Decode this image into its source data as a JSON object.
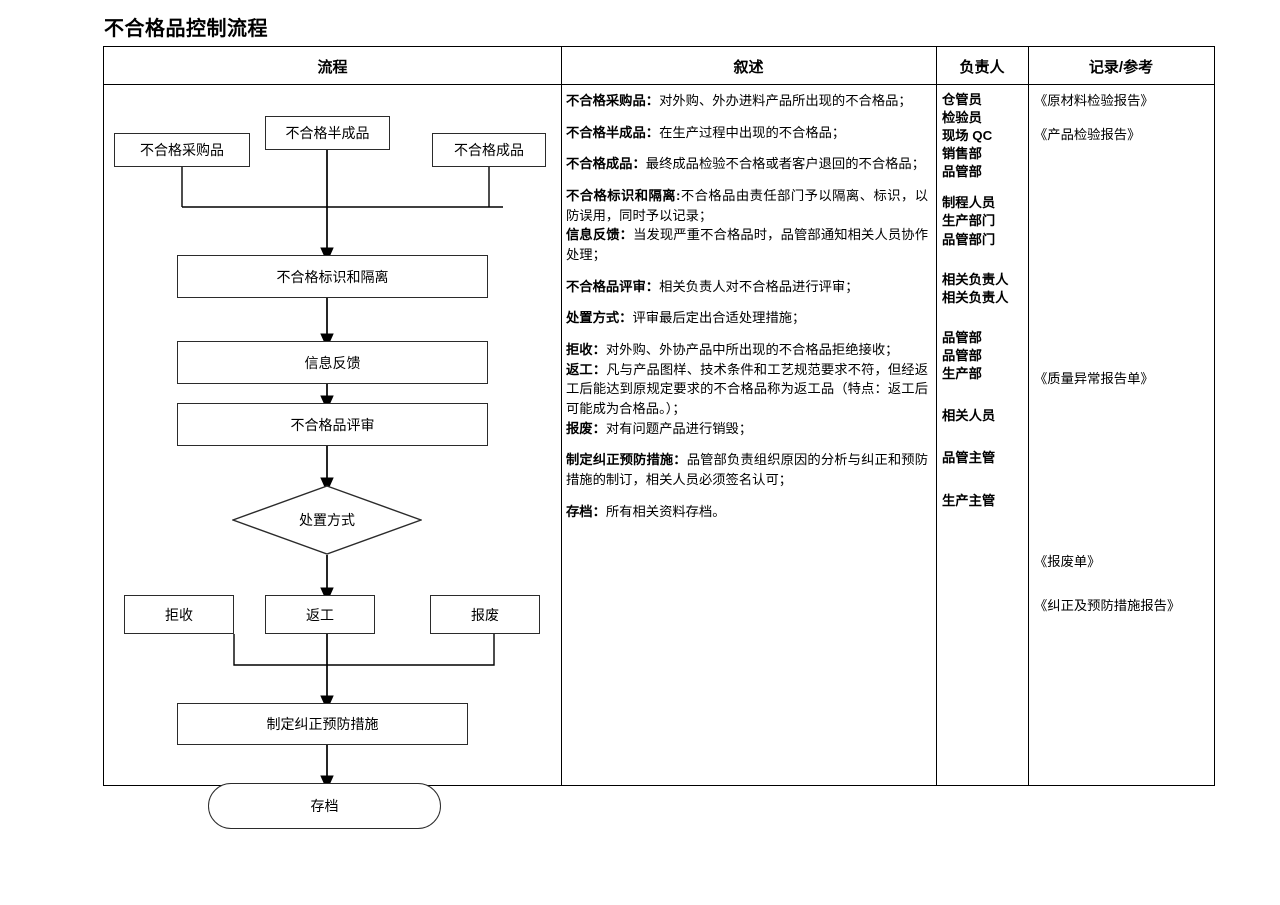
{
  "document": {
    "title": "不合格品控制流程"
  },
  "table": {
    "headers": [
      {
        "label": "流程"
      },
      {
        "label": "叙述"
      },
      {
        "label": "负责人"
      },
      {
        "label": "记录/参考"
      }
    ]
  },
  "flowchart": {
    "nodes": [
      {
        "id": "purchased",
        "label": "不合格采购品",
        "shape": "rect"
      },
      {
        "id": "semi",
        "label": "不合格半成品",
        "shape": "rect"
      },
      {
        "id": "finished",
        "label": "不合格成品",
        "shape": "rect"
      },
      {
        "id": "identify",
        "label": "不合格标识和隔离",
        "shape": "rect"
      },
      {
        "id": "feedback",
        "label": "信息反馈",
        "shape": "rect"
      },
      {
        "id": "review",
        "label": "不合格品评审",
        "shape": "rect"
      },
      {
        "id": "disposition",
        "label": "处置方式",
        "shape": "diamond"
      },
      {
        "id": "reject",
        "label": "拒收",
        "shape": "rect"
      },
      {
        "id": "rework",
        "label": "返工",
        "shape": "rect"
      },
      {
        "id": "scrap",
        "label": "报废",
        "shape": "rect"
      },
      {
        "id": "capa",
        "label": "制定纠正预防措施",
        "shape": "rect"
      },
      {
        "id": "archive",
        "label": "存档",
        "shape": "rounded"
      }
    ]
  },
  "descriptions": [
    {
      "term": "不合格采购品：",
      "text": "对外购、外办进料产品所出现的不合格品；"
    },
    {
      "term": "不合格半成品：",
      "text": "在生产过程中出现的不合格品；"
    },
    {
      "term": "不合格成品：",
      "text": "最终成品检验不合格或者客户退回的不合格品；"
    },
    {
      "term": "不合格标识和隔离:",
      "text": "不合格品由责任部门予以隔离、标识，以防误用，同时予以记录；"
    },
    {
      "term": "信息反馈：",
      "text": "当发现严重不合格品时，品管部通知相关人员协作处理；"
    },
    {
      "term": "不合格品评审：",
      "text": "相关负责人对不合格品进行评审；"
    },
    {
      "term": "处置方式：",
      "text": "评审最后定出合适处理措施；"
    },
    {
      "term": "拒收：",
      "text": "对外购、外协产品中所出现的不合格品拒绝接收；"
    },
    {
      "term": "返工：",
      "text": "凡与产品图样、技术条件和工艺规范要求不符，但经返工后能达到原规定要求的不合格品称为返工品（特点：返工后可能成为合格品。）；"
    },
    {
      "term": "报废：",
      "text": "对有问题产品进行销毁；"
    },
    {
      "term": "制定纠正预防措施：",
      "text": "品管部负责组织原因的分析与纠正和预防措施的制订，相关人员必须签名认可；"
    },
    {
      "term": "存档：",
      "text": "所有相关资料存档。"
    }
  ],
  "responsible": {
    "group1": [
      "仓管员",
      "检验员",
      "现场 QC",
      "销售部",
      "品管部"
    ],
    "group2": [
      "制程人员",
      "生产部门",
      "品管部门"
    ],
    "group3": [
      "相关负责人",
      "相关负责人"
    ],
    "group4": [
      "品管部",
      "品管部",
      "生产部"
    ],
    "group5": [
      "相关人员"
    ],
    "group6": [
      "品管主管"
    ],
    "group7": [
      "生产主管"
    ]
  },
  "records": [
    "《原材料检验报告》",
    "《产品检验报告》",
    "《质量异常报告单》",
    "《报废单》",
    "《纠正及预防措施报告》"
  ],
  "colors": {
    "border": "#000000",
    "node_border": "#2b2b2b",
    "background": "#ffffff"
  }
}
